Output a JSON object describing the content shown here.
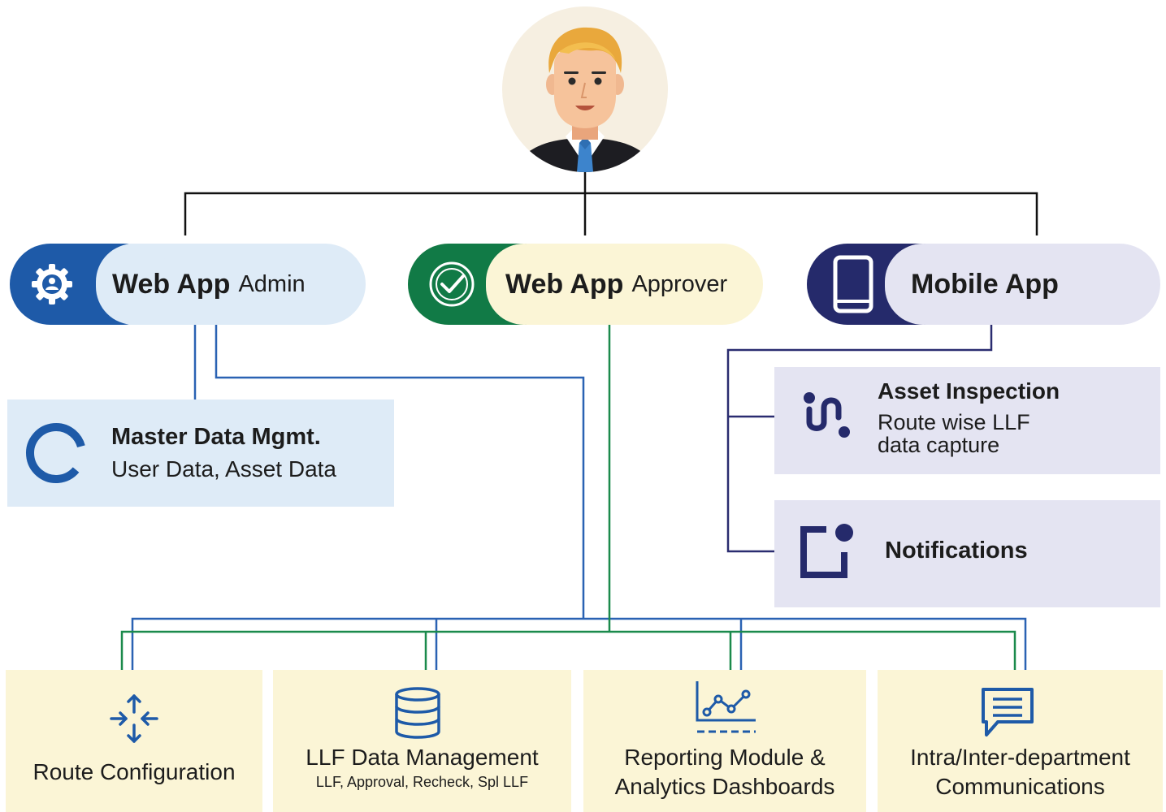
{
  "nodes": {
    "admin": {
      "bold": "Web App",
      "sub": "Admin"
    },
    "approver": {
      "bold": "Web App",
      "sub": "Approver"
    },
    "mobile": {
      "bold": "Mobile App"
    },
    "master": {
      "title": "Master Data Mgmt.",
      "subtitle": "User Data, Asset Data"
    },
    "asset_inspection": {
      "title": "Asset Inspection",
      "line1": "Route wise LLF",
      "line2": "data capture"
    },
    "notifications": {
      "title": "Notifications"
    },
    "route": {
      "label": "Route Configuration"
    },
    "llf": {
      "label": "LLF Data Management",
      "sub": "LLF, Approval, Recheck, Spl LLF"
    },
    "reporting": {
      "line1": "Reporting Module &",
      "line2": "Analytics Dashboards"
    },
    "comms": {
      "line1": "Intra/Inter-department",
      "line2": "Communications"
    }
  },
  "colors": {
    "admin_blue": "#1e5aa8",
    "admin_light": "#deebf7",
    "approver_green": "#117a46",
    "approver_light": "#fbf5d6",
    "mobile_navy": "#252a6b",
    "mobile_light": "#e4e4f2",
    "module_fill": "#fbf5d6",
    "navy_line": "#2a2c70"
  }
}
